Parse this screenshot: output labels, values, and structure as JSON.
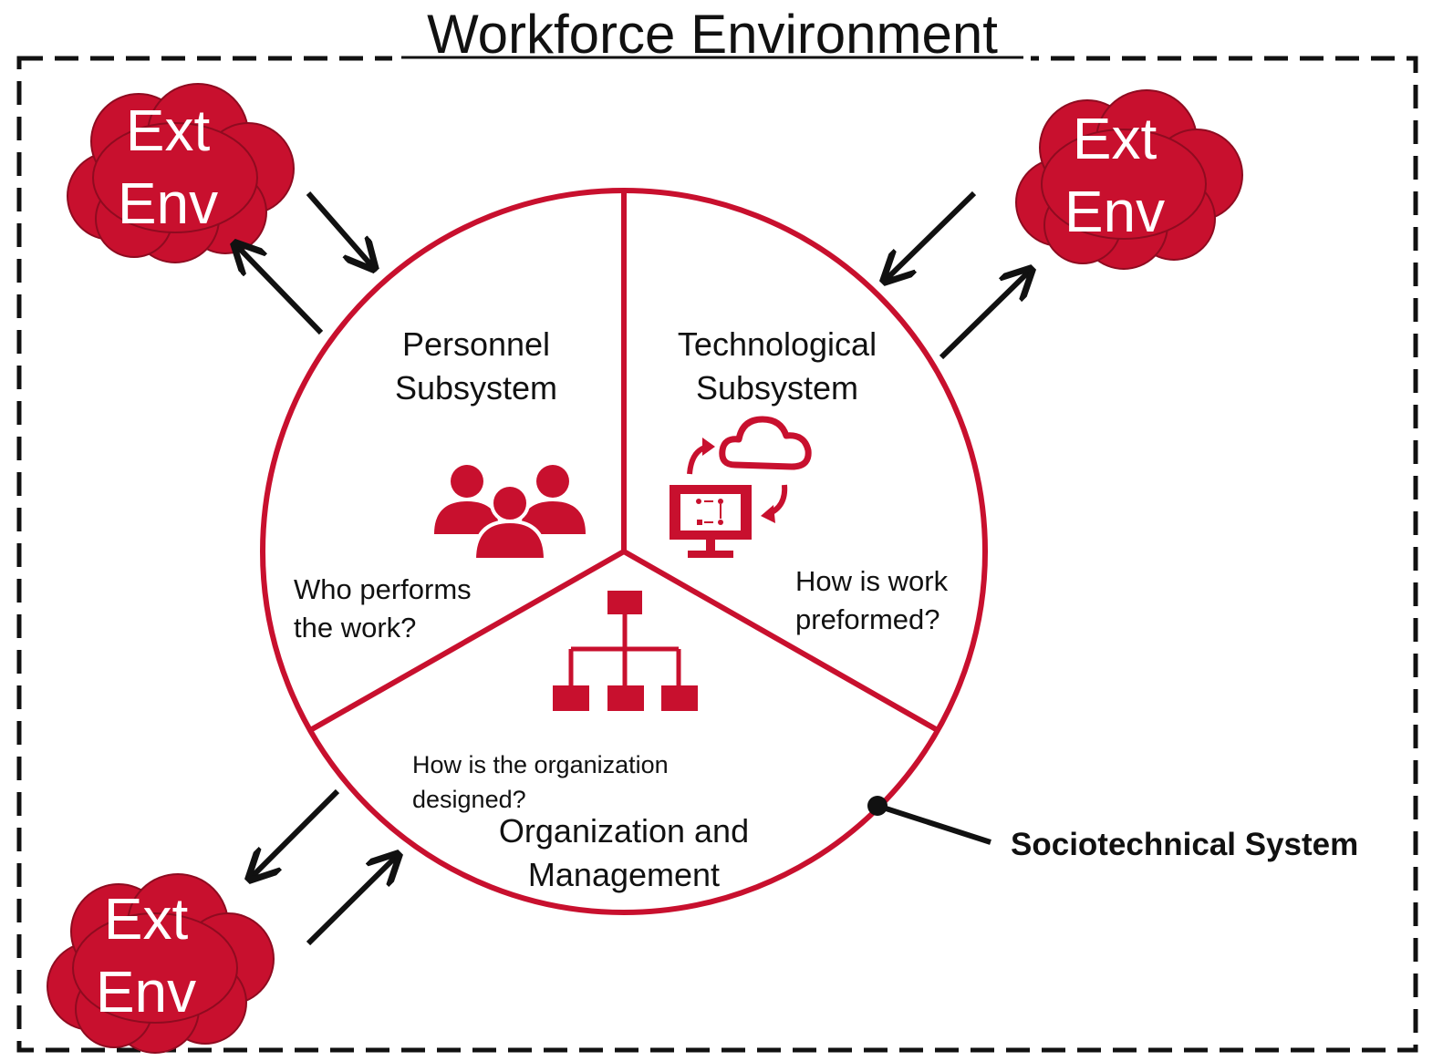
{
  "title": "Workforce Environment",
  "external_environment": {
    "line1": "Ext",
    "line2": "Env"
  },
  "subsystems": {
    "personnel": {
      "title_line1": "Personnel",
      "title_line2": "Subsystem",
      "question_line1": "Who performs",
      "question_line2": "the work?",
      "icon": "people-group-icon"
    },
    "technological": {
      "title_line1": "Technological",
      "title_line2": "Subsystem",
      "question_line1": "How is work",
      "question_line2": "preformed?",
      "icon": "computer-cloud-icon"
    },
    "organization": {
      "title_line1": "Organization and",
      "title_line2": "Management",
      "question_line1": "How is the organization",
      "question_line2": "designed?",
      "icon": "org-chart-icon"
    }
  },
  "system_label": "Sociotechnical System",
  "colors": {
    "accent": "#c8102e",
    "text": "#111111",
    "border": "#111111",
    "cloud_text": "#ffffff"
  }
}
